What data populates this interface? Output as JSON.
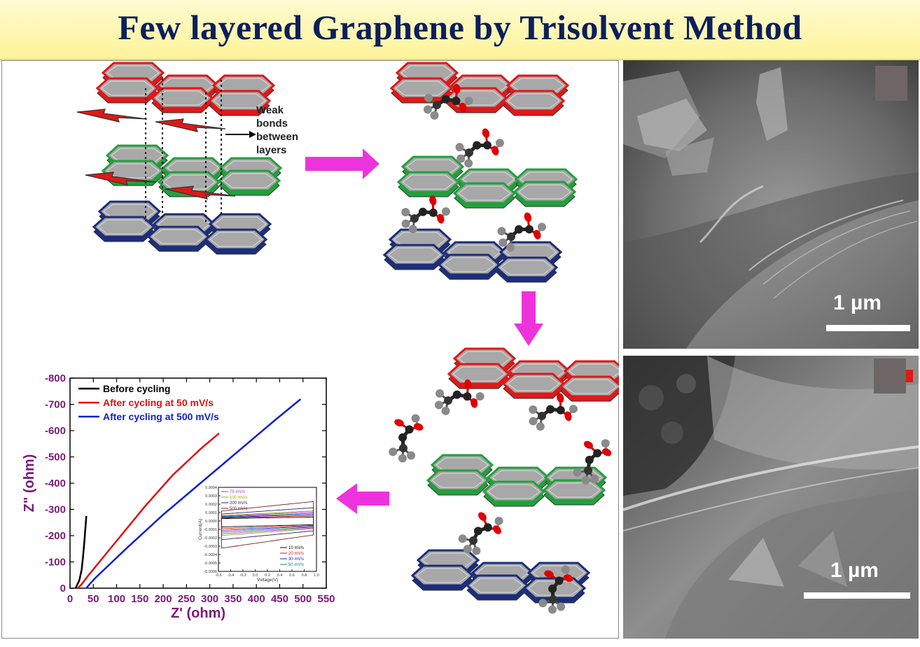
{
  "title": "Few layered Graphene by Trisolvent Method",
  "annotation": {
    "weak_bonds_line1": "Weak",
    "weak_bonds_line2": "bonds",
    "weak_bonds_line3": "between",
    "weak_bonds_line4": "layers"
  },
  "sem_images": [
    {
      "scale_label": "1 µm"
    },
    {
      "scale_label": "1 µm"
    }
  ],
  "colors": {
    "red_layer": "#e01818",
    "green_layer": "#22a03c",
    "blue_layer": "#1c2e7a",
    "arrow": "#ee33dd",
    "title": "#0b1f5c",
    "axis_text": "#7a1a7a"
  },
  "chart_data": [
    {
      "type": "line",
      "xlabel": "Z' (ohm)",
      "ylabel": "Z\" (ohm)",
      "xlim": [
        0,
        550
      ],
      "ylim": [
        0,
        -800
      ],
      "x_ticks": [
        0,
        50,
        100,
        150,
        200,
        250,
        300,
        350,
        400,
        450,
        500,
        550
      ],
      "y_ticks": [
        0,
        -100,
        -200,
        -300,
        -400,
        -500,
        -600,
        -700,
        -800
      ],
      "x_tick_labels": [
        "0",
        "50",
        "100",
        "150",
        "200",
        "250",
        "300",
        "350",
        "400",
        "450",
        "500",
        "550"
      ],
      "y_tick_labels": [
        "0",
        "-100",
        "-200",
        "-300",
        "-400",
        "-500",
        "-600",
        "-700",
        "-800"
      ],
      "legend_placement": "top-left",
      "series": [
        {
          "name": "Before cycling",
          "color": "#000000",
          "x": [
            12,
            20,
            25,
            28,
            31,
            33,
            35
          ],
          "y": [
            0,
            -30,
            -70,
            -120,
            -180,
            -230,
            -275
          ]
        },
        {
          "name": "After cycling at 50 mV/s",
          "color": "#e01010",
          "x": [
            17,
            25,
            40,
            100,
            160,
            220,
            280,
            320
          ],
          "y": [
            0,
            -15,
            -50,
            -180,
            -310,
            -430,
            -530,
            -590
          ]
        },
        {
          "name": "After cycling at 500 mV/s",
          "color": "#1020d0",
          "x": [
            35,
            42,
            55,
            120,
            200,
            280,
            360,
            440,
            495
          ],
          "y": [
            0,
            -15,
            -40,
            -150,
            -280,
            -400,
            -520,
            -640,
            -720
          ]
        }
      ]
    },
    {
      "type": "line",
      "xlabel": "Voltage(V)",
      "ylabel": "Current(A)",
      "xlim": [
        -0.6,
        1.0
      ],
      "ylim": [
        -0.0006,
        0.0004
      ],
      "x_tick_labels": [
        "-0.6",
        "-0.4",
        "-0.2",
        "0.0",
        "0.2",
        "0.4",
        "0.6",
        "0.8",
        "1.0"
      ],
      "y_tick_labels": [
        "0.0004",
        "0.0003",
        "0.0002",
        "0.0001",
        "0.0000",
        "-0.0001",
        "-0.0002",
        "-0.0003",
        "-0.0004",
        "-0.0005",
        "-0.0006"
      ],
      "legend_top": [
        {
          "name": "75 mV/s",
          "color": "#c030c0"
        },
        {
          "name": "100 mV/s",
          "color": "#a0a000"
        },
        {
          "name": "200 mV/s",
          "color": "#202080"
        },
        {
          "name": "500 mV/s",
          "color": "#802020"
        }
      ],
      "legend_bottom": [
        {
          "name": "10 mV/s",
          "color": "#000000"
        },
        {
          "name": "20 mV/s",
          "color": "#e01010"
        },
        {
          "name": "30 mV/s",
          "color": "#1020d0"
        },
        {
          "name": "50 mV/s",
          "color": "#108080"
        }
      ],
      "loops": [
        {
          "color": "#000000",
          "amp": 5e-05
        },
        {
          "color": "#e01010",
          "amp": 7e-05
        },
        {
          "color": "#1020d0",
          "amp": 9e-05
        },
        {
          "color": "#108080",
          "amp": 0.00011
        },
        {
          "color": "#c030c0",
          "amp": 0.00013
        },
        {
          "color": "#a0a000",
          "amp": 0.00015
        },
        {
          "color": "#202080",
          "amp": 0.0002
        },
        {
          "color": "#802020",
          "amp": 0.0003
        }
      ]
    }
  ]
}
